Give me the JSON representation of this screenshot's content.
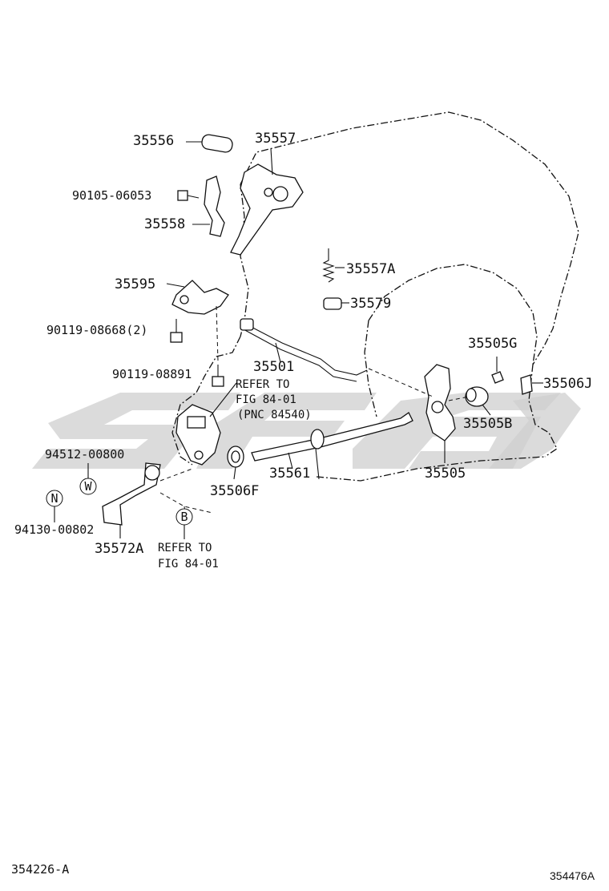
{
  "callouts": {
    "c35556": "35556",
    "c35557": "35557",
    "c90105": "90105-06053",
    "c35558": "35558",
    "c35595": "35595",
    "c90119_08668": "90119-08668(2)",
    "c35557A": "35557A",
    "c35579": "35579",
    "c35501": "35501",
    "c90119_08891": "90119-08891",
    "c35505G": "35505G",
    "c35506J": "35506J",
    "c35505B": "35505B",
    "c94512": "94512-00800",
    "c35561": "35561",
    "c35506F": "35506F",
    "c35505": "35505",
    "c94130": "94130-00802",
    "c35572A": "35572A"
  },
  "notes": {
    "refer1_line1": "REFER TO",
    "refer1_line2": "FIG 84-01",
    "refer1_line3": "(PNC 84540)",
    "refer2_line1": "REFER TO",
    "refer2_line2": "FIG 84-01"
  },
  "markers": {
    "w": "W",
    "n": "N",
    "b": "B"
  },
  "footer": {
    "left_code": "354226-A",
    "right_code": "354476A"
  }
}
